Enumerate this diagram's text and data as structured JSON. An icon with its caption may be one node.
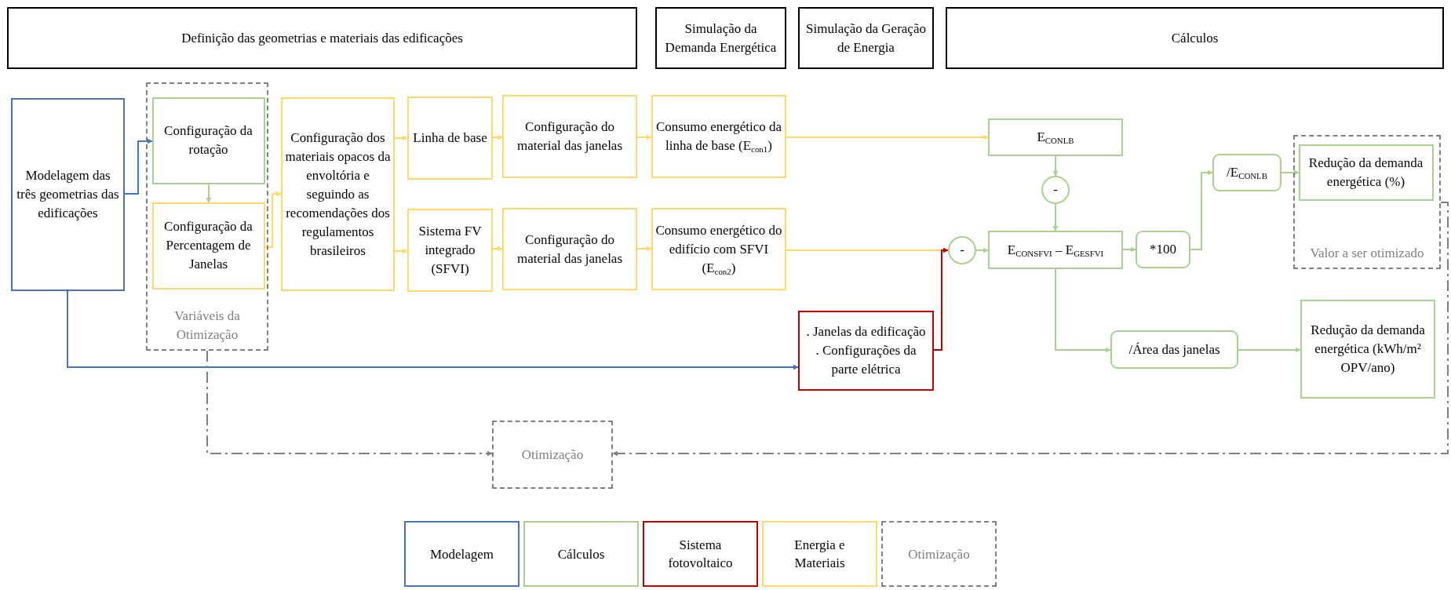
{
  "diagram": {
    "nodes": [
      {
        "text": [
          "Definição das geometrias e materiais das edificações"
        ]
      },
      {
        "text": [
          "Simulação da Demanda Energética"
        ]
      },
      {
        "text": [
          "Simulação da Geração de Energia"
        ]
      },
      {
        "text": [
          "Cálculos"
        ]
      },
      {
        "text": [
          "Modelagem das três geometrias das edificações"
        ]
      },
      {
        "text": [
          "Variáveis da Otimização"
        ]
      },
      {
        "text": [
          "Configuração da rotação"
        ],
        "in": 5
      },
      {
        "text": [
          "Configuração da Percentagem de Janelas"
        ],
        "in": 5
      },
      {
        "text": [
          "Configuração dos materiais opacos da envoltória e seguindo as recomendações dos regulamentos brasileiros"
        ]
      },
      {
        "text": [
          "Linha de base"
        ]
      },
      {
        "text": [
          "Configuração do material das janelas"
        ]
      },
      {
        "text": [
          "Consumo energético da linha de base (E$_{con1}$)"
        ]
      },
      {
        "text": [
          "Sistema FV integrado (SFVI)"
        ]
      },
      {
        "text": [
          "Configuração do material das janelas"
        ]
      },
      {
        "text": [
          "Consumo energético do edifício com SFVI (E$_{con2}$)"
        ]
      },
      {
        "text": [
          ". Janelas da edificação",
          ". Configurações da parte elétrica"
        ]
      },
      {
        "text": [
          "E$_{CONLB}$"
        ]
      },
      {
        "text": [
          "-"
        ]
      },
      {
        "text": [
          "-"
        ]
      },
      {
        "text": [
          "E$_{CONSFVI}$ – E$_{GESFVI}$"
        ]
      },
      {
        "text": [
          "*100"
        ]
      },
      {
        "text": [
          "/E$_{CONLB}$"
        ]
      },
      {
        "text": [
          "Valor a ser otimizado"
        ]
      },
      {
        "text": [
          "Redução da demanda energética (%)"
        ],
        "in": 22
      },
      {
        "text": [
          "/Área das janelas"
        ]
      },
      {
        "text": [
          "Redução da demanda energética (kWh/m² OPV/ano)"
        ]
      },
      {
        "text": [
          "Otimização"
        ]
      }
    ],
    "edges": [
      {
        "from": 4,
        "to": 6,
        "arrow": "to",
        "color": "#4472c4"
      },
      {
        "from": 6,
        "to": 7,
        "arrow": "to",
        "color": "#a9d18e"
      },
      {
        "from": 7,
        "to": 8,
        "arrow": "to",
        "color": "#ffd966"
      },
      {
        "from": 8,
        "to": 9,
        "arrow": "to",
        "color": "#ffd966"
      },
      {
        "from": 8,
        "to": 12,
        "arrow": "to",
        "color": "#ffd966"
      },
      {
        "from": 9,
        "to": 10,
        "arrow": "to",
        "color": "#ffd966"
      },
      {
        "from": 10,
        "to": 11,
        "arrow": "to",
        "color": "#ffd966"
      },
      {
        "from": 12,
        "to": 13,
        "arrow": "to",
        "color": "#ffd966"
      },
      {
        "from": 13,
        "to": 14,
        "arrow": "to",
        "color": "#ffd966"
      },
      {
        "from": 11,
        "to": 16,
        "arrow": "to",
        "color": "#ffd966"
      },
      {
        "from": 14,
        "to": 18,
        "arrow": "to",
        "color": "#ffd966"
      },
      {
        "from": 4,
        "to": 15,
        "arrow": "to",
        "color": "#4472c4"
      },
      {
        "from": 15,
        "to": 18,
        "arrow": "to",
        "color": "#c00000"
      },
      {
        "from": 16,
        "to": 17,
        "arrow": "to",
        "color": "#a9d18e"
      },
      {
        "from": 17,
        "to": 19,
        "arrow": "to",
        "color": "#a9d18e"
      },
      {
        "from": 18,
        "to": 19,
        "arrow": "to",
        "color": "#a9d18e"
      },
      {
        "from": 19,
        "to": 20,
        "arrow": "to",
        "color": "#a9d18e"
      },
      {
        "from": 20,
        "to": 21,
        "arrow": "to",
        "color": "#a9d18e"
      },
      {
        "from": 21,
        "to": 23,
        "arrow": "to",
        "color": "#a9d18e"
      },
      {
        "from": 19,
        "to": 24,
        "arrow": "to",
        "color": "#a9d18e"
      },
      {
        "from": 24,
        "to": 25,
        "arrow": "to",
        "color": "#a9d18e"
      },
      {
        "from": 5,
        "to": 26,
        "arrow": "to",
        "style": "dashed",
        "color": "#7f7f7f"
      },
      {
        "from": 22,
        "to": 26,
        "arrow": "to",
        "style": "dashed",
        "color": "#7f7f7f"
      }
    ],
    "legend": [
      {
        "text": "Modelagem",
        "color": "#4472c4"
      },
      {
        "text": "Cálculos",
        "color": "#a9d18e"
      },
      {
        "text": "Sistema fotovoltaico",
        "color": "#c00000"
      },
      {
        "text": "Energia e Materiais",
        "color": "#ffd966"
      },
      {
        "text": "Otimização"
      }
    ]
  }
}
